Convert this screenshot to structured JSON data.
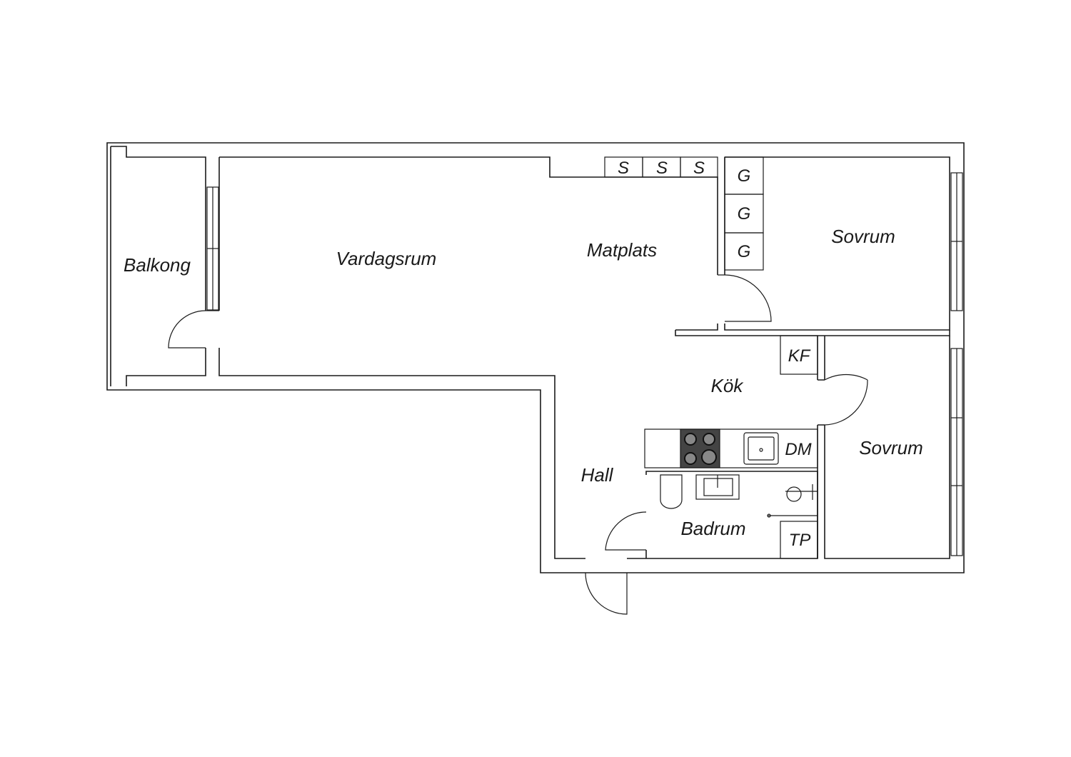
{
  "rooms": {
    "balkong": "Balkong",
    "vardagsrum": "Vardagsrum",
    "matplats": "Matplats",
    "sovrum_1": "Sovrum",
    "sovrum_2": "Sovrum",
    "kok": "Kök",
    "hall": "Hall",
    "badrum": "Badrum"
  },
  "fixtures": {
    "storage": [
      "S",
      "S",
      "S"
    ],
    "wardrobes": [
      "G",
      "G",
      "G"
    ],
    "fridge": "KF",
    "dishwasher": "DM",
    "washer": "TP"
  }
}
